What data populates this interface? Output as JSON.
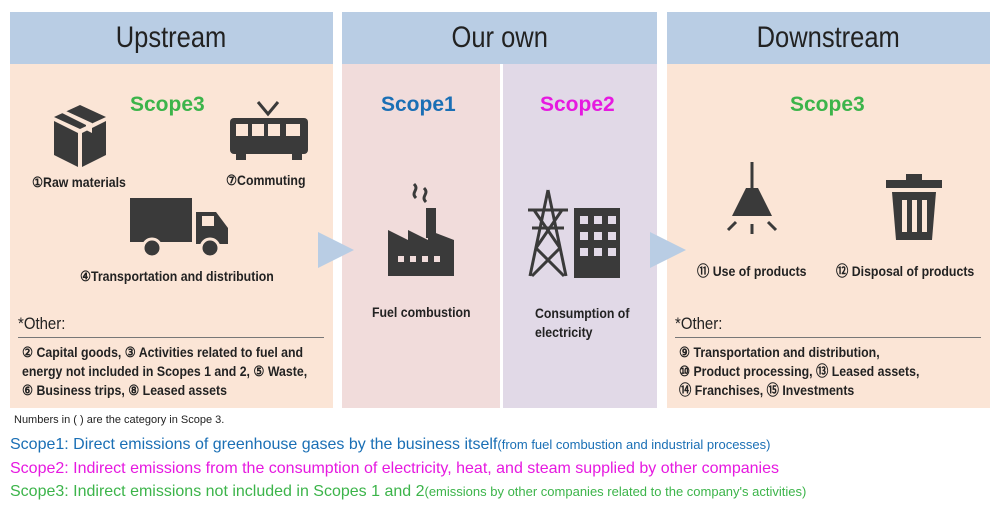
{
  "headers": {
    "upstream": "Upstream",
    "own": "Our own",
    "downstream": "Downstream"
  },
  "colors": {
    "scope1": "#1a6fb5",
    "scope2": "#e619e0",
    "scope3": "#3cb44a",
    "header": "#b9cde4",
    "arrow": "#b9cde4"
  },
  "upstream": {
    "scope": "Scope3",
    "items": [
      "①Raw materials",
      "⑦Commuting",
      "④Transportation and distribution"
    ],
    "other_title": "*Other:",
    "other_lines": [
      "② Capital goods, ③ Activities related to fuel and",
      "energy not included in Scopes 1 and 2, ⑤ Waste,",
      "⑥ Business trips, ⑧ Leased assets"
    ],
    "note": "Numbers in ( ) are the category in Scope 3."
  },
  "own": {
    "scope1": {
      "label": "Scope1",
      "item": "Fuel combustion"
    },
    "scope2": {
      "label": "Scope2",
      "item_lines": [
        "Consumption of",
        "electricity"
      ]
    }
  },
  "downstream": {
    "scope": "Scope3",
    "items": [
      "⑪ Use of products",
      "⑫ Disposal of products"
    ],
    "other_title": "*Other:",
    "other_lines": [
      "⑨ Transportation and distribution,",
      "⑩ Product processing, ⑬ Leased assets,",
      "⑭ Franchises, ⑮ Investments"
    ]
  },
  "legend": {
    "scope1": {
      "main": "Scope1: Direct emissions of greenhouse gases by the business itself",
      "sub": "(from fuel combustion and industrial processes)"
    },
    "scope2": {
      "main": "Scope2: Indirect emissions from the consumption of electricity, heat, and steam supplied by other companies"
    },
    "scope3": {
      "main": "Scope3: Indirect emissions not included in Scopes 1 and 2",
      "sub": "(emissions by other companies related to the company's activities)"
    }
  }
}
